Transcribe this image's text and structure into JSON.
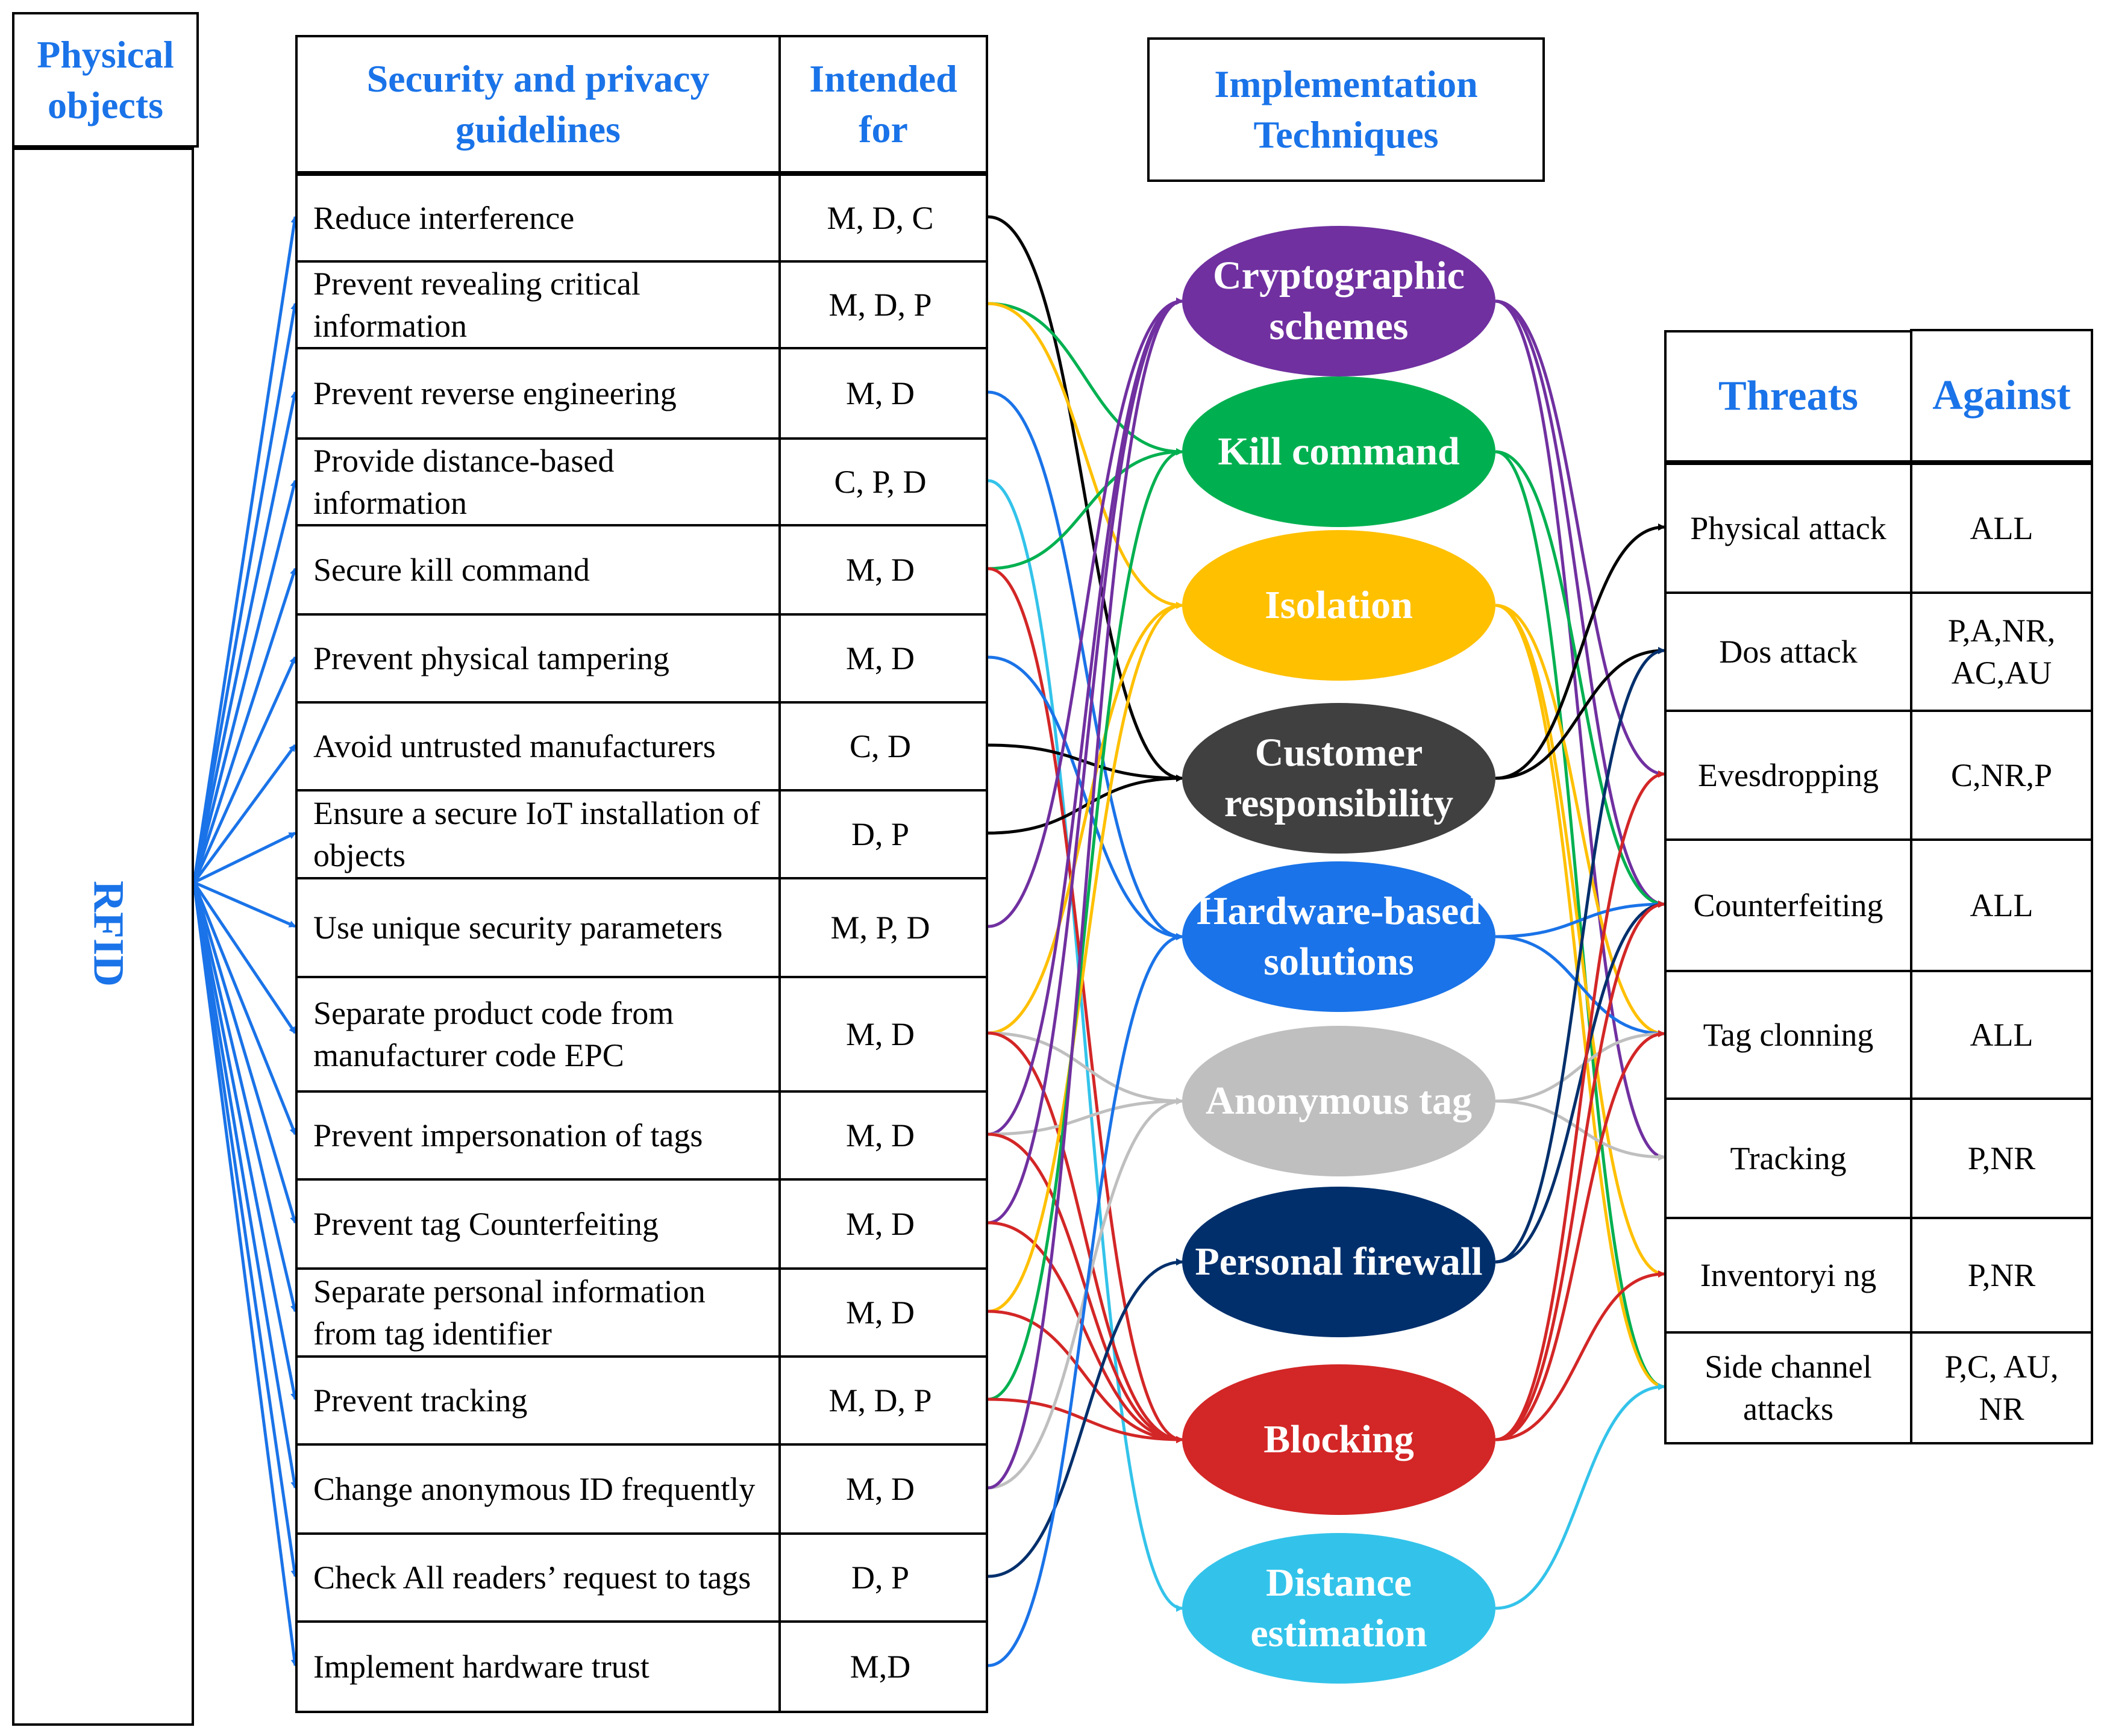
{
  "headers": {
    "physical_objects": "Physical objects",
    "guidelines": "Security and privacy guidelines",
    "intended_for": "Intended for",
    "implementation": "Implementation Techniques",
    "threats": "Threats",
    "against": "Against"
  },
  "object": "RFID",
  "guidelines": [
    {
      "text": "Reduce interference",
      "intended": "M, D, C"
    },
    {
      "text": " Prevent revealing  critical information",
      "intended": "M, D, P"
    },
    {
      "text": "Prevent reverse engineering",
      "intended": "M, D"
    },
    {
      "text": "Provide distance-based information",
      "intended": "C, P, D"
    },
    {
      "text": "Secure kill command",
      "intended": "M, D"
    },
    {
      "text": "Prevent physical tampering",
      "intended": "M, D"
    },
    {
      "text": "Avoid untrusted manufacturers",
      "intended": "C, D"
    },
    {
      "text": "Ensure a secure IoT installation of objects",
      "intended": "D, P"
    },
    {
      "text": "Use unique security parameters",
      "intended": "M, P, D"
    },
    {
      "text": "Separate product code from manufacturer code EPC",
      "intended": "M, D"
    },
    {
      "text": " Prevent impersonation of tags",
      "intended": "M, D"
    },
    {
      "text": "Prevent tag Counterfeiting",
      "intended": "M, D"
    },
    {
      "text": "Separate personal information from tag identifier",
      "intended": "M, D"
    },
    {
      "text": "Prevent tracking",
      "intended": "M, D, P"
    },
    {
      "text": "Change anonymous ID frequently",
      "intended": "M, D"
    },
    {
      "text": "Check All readers’ request to tags",
      "intended": "D, P"
    },
    {
      "text": "Implement hardware trust",
      "intended": "M,D"
    }
  ],
  "techniques": [
    {
      "label": "Cryptographic schemes",
      "color": "#7030a0"
    },
    {
      "label": "Kill command",
      "color": "#00b050"
    },
    {
      "label": "Isolation",
      "color": "#ffc000"
    },
    {
      "label": "Customer responsibility",
      "color": "#404040"
    },
    {
      "label": "Hardware-based solutions",
      "color": "#1a73e8"
    },
    {
      "label": "Anonymous tag",
      "color": "#bfbfbf"
    },
    {
      "label": "Personal firewall",
      "color": "#002f6c"
    },
    {
      "label": "Blocking",
      "color": "#d32626"
    },
    {
      "label": "Distance estimation",
      "color": "#33c3ea"
    }
  ],
  "threats": [
    {
      "name": "Physical attack",
      "against": "ALL"
    },
    {
      "name": "Dos attack",
      "against": "P,A,NR, AC,AU"
    },
    {
      "name": "Evesdropping",
      "against": "C,NR,P"
    },
    {
      "name": "Counterfeiting",
      "against": "ALL"
    },
    {
      "name": "Tag clonning",
      "against": "ALL"
    },
    {
      "name": "Tracking",
      "against": "P,NR"
    },
    {
      "name": "Inventoryi ng",
      "against": "P,NR"
    },
    {
      "name": "Side channel attacks",
      "against": "P,C, AU, NR"
    }
  ]
}
